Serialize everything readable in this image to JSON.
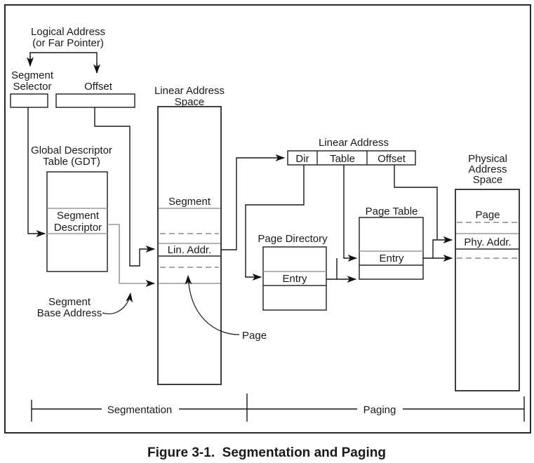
{
  "caption": {
    "text": "Figure 3-1.  Segmentation and Paging",
    "color": "#1269b3"
  },
  "colors": {
    "diagram_line": "#161616",
    "gray_line": "#9a9a9a",
    "text": "#1a1a1a",
    "caption_blue": "#1269b3"
  },
  "labels": {
    "logical_address_1": "Logical Address",
    "logical_address_2": "(or Far Pointer)",
    "segment_selector_1": "Segment",
    "segment_selector_2": "Selector",
    "offset_box": "Offset",
    "gdt_title_1": "Global Descriptor",
    "gdt_title_2": "Table (GDT)",
    "segment_descriptor_1": "Segment",
    "segment_descriptor_2": "Descriptor",
    "segment_base_address_1": "Segment",
    "segment_base_address_2": "Base Address",
    "linear_address_space_1": "Linear Address",
    "linear_address_space_2": "Space",
    "las_segment_row": "Segment",
    "las_lin_addr_row": "Lin. Addr.",
    "linear_address_title": "Linear Address",
    "la_dir": "Dir",
    "la_table": "Table",
    "la_offset": "Offset",
    "page_directory_title": "Page Directory",
    "pd_entry": "Entry",
    "page_table_title": "Page Table",
    "pt_entry": "Entry",
    "page_pointer": "Page",
    "physical_address_space_1": "Physical",
    "physical_address_space_2": "Address",
    "physical_address_space_3": "Space",
    "pas_page_row": "Page",
    "pas_phy_addr_row": "Phy. Addr.",
    "bracket_segmentation": "Segmentation",
    "bracket_paging": "Paging"
  }
}
